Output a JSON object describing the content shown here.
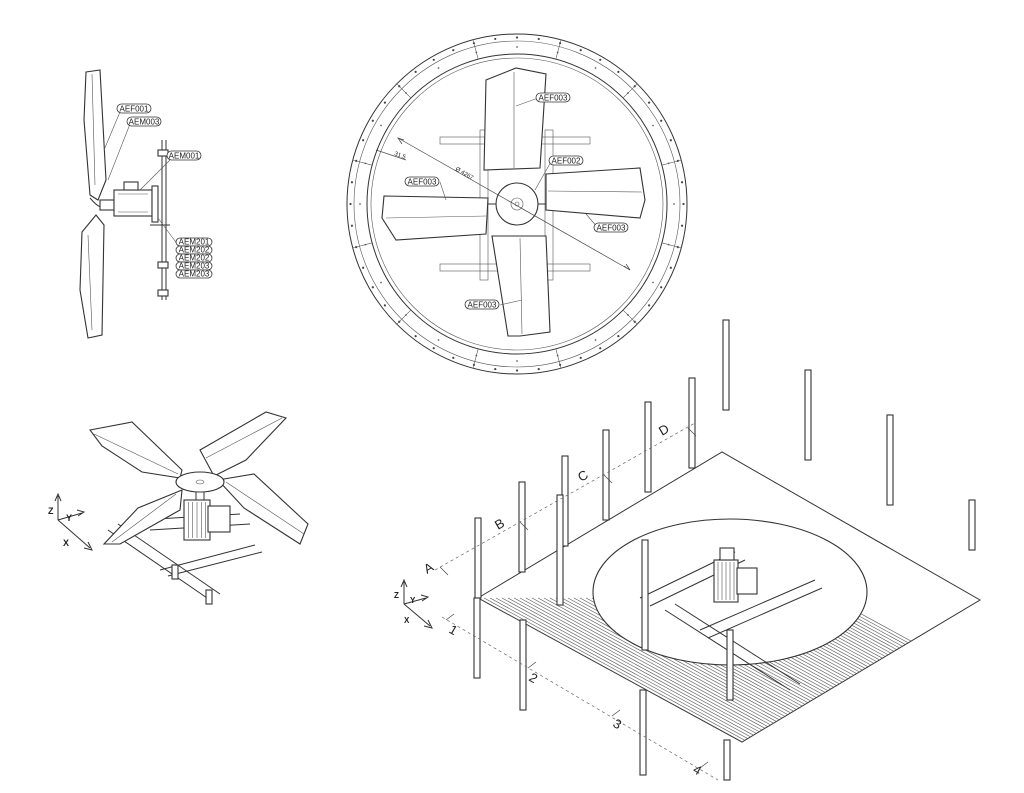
{
  "side_view": {
    "callouts": [
      "AEF001",
      "AEM003",
      "AEM001"
    ],
    "stack": [
      "AEM201",
      "AEM202",
      "AEM202",
      "AEM203",
      "AEM203"
    ]
  },
  "top_view": {
    "callouts": [
      "AEF003",
      "AEF002",
      "AEF003",
      "AEF003",
      "AEF003"
    ],
    "dim_small": "31.5",
    "dim_diag": "Ø 4267"
  },
  "iso_fan": {
    "axes": {
      "z": "Z",
      "y": "Y",
      "x": "X"
    }
  },
  "iso_deck": {
    "axes": {
      "z": "Z",
      "y": "Y",
      "x": "X"
    },
    "grid_letters": [
      "A",
      "B",
      "C",
      "D"
    ],
    "grid_numbers": [
      "1",
      "2",
      "3",
      "4"
    ]
  }
}
